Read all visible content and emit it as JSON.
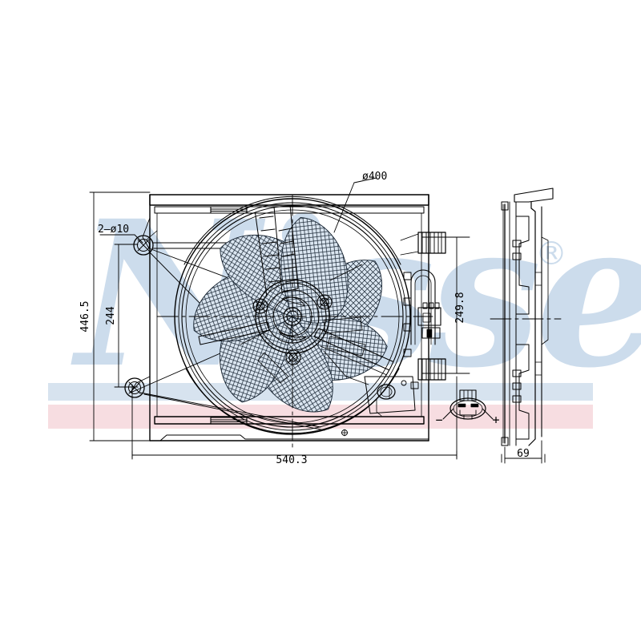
{
  "drawing": {
    "title": "Radiator Cooling Fan Assembly - Technical Drawing",
    "background_color": "#ffffff",
    "line_color": "#000000",
    "blade_fill": "#dce6f0",
    "watermark": {
      "brand_text": "Nissens",
      "trademark_symbol": "®",
      "color": "#c9daea",
      "band_blue": "#d6e3ef",
      "band_pink": "#f6dcdf",
      "band_white": "#ffffff"
    }
  },
  "dimensions": {
    "overall_height": "446.5",
    "mount_hole_spacing_vertical": "244",
    "overall_width": "540.3",
    "fan_diameter": "ø400",
    "mount_hole_callout": "2–ø10",
    "tab_spacing_vertical": "249.8",
    "side_depth": "69"
  },
  "connector": {
    "name": "2-pin electrical connector",
    "negative_terminal": "−",
    "positive_terminal": "+",
    "pin_count": 2
  },
  "views": {
    "front": "front-elevation",
    "side": "side-elevation",
    "detail": "connector-detail"
  },
  "fan": {
    "blade_count": 7,
    "hub_boss_count": 3
  }
}
